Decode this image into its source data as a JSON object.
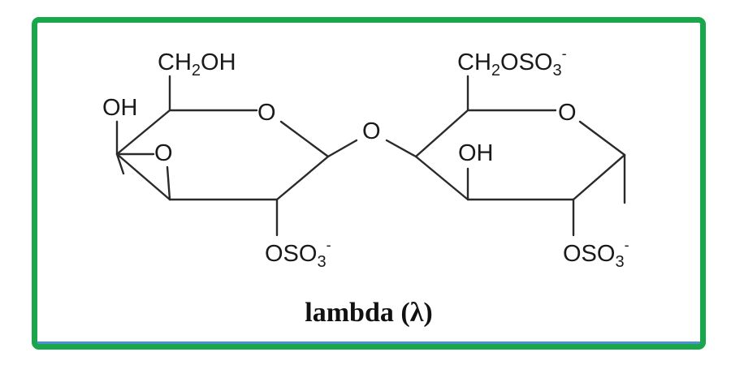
{
  "caption": "lambda (λ)",
  "colors": {
    "frame_border": "#1aa64a",
    "bottom_accent": "#4f8fd6",
    "bond": "#2a2a2a"
  },
  "labels": {
    "ring1_ch2oh": {
      "main": "CH",
      "sub": "2",
      "tail": "OH"
    },
    "ring1_oh": "OH",
    "ring1_bridge_o": "O",
    "ring1_ring_o": "O",
    "ring1_oso3": {
      "main": "OSO",
      "sub": "3",
      "sup": "-"
    },
    "glycosidic_o": "O",
    "ring2_ch2oso3": {
      "main": "CH",
      "sub": "2",
      "tail": "OSO",
      "sub2": "3",
      "sup": "-"
    },
    "ring2_ring_o": "O",
    "ring2_oh": "OH",
    "ring2_oso3": {
      "main": "OSO",
      "sub": "3",
      "sup": "-"
    }
  }
}
